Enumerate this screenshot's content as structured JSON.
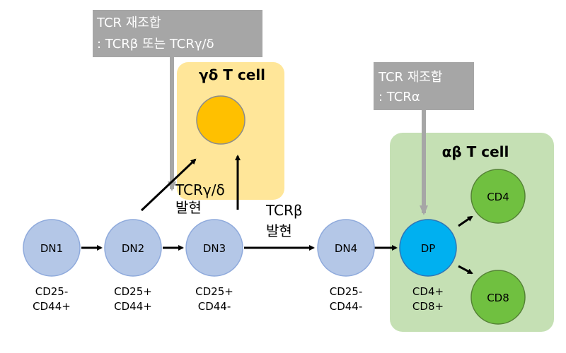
{
  "callouts": {
    "recomb1": {
      "line1": "TCR 재조합",
      "line2": ": TCRβ 또는 TCRγ/δ"
    },
    "recomb2": {
      "line1": "TCR 재조합",
      "line2": ": TCRα"
    }
  },
  "groups": {
    "gd": {
      "title": "γδ T cell"
    },
    "ab": {
      "title": "αβ T cell"
    }
  },
  "nodes": {
    "dn1": {
      "label": "DN1",
      "markers": [
        "CD25-",
        "CD44+"
      ]
    },
    "dn2": {
      "label": "DN2",
      "markers": [
        "CD25+",
        "CD44+"
      ]
    },
    "dn3": {
      "label": "DN3",
      "markers": [
        "CD25+",
        "CD44-"
      ]
    },
    "dn4": {
      "label": "DN4",
      "markers": [
        "CD25-",
        "CD44-"
      ]
    },
    "dp": {
      "label": "DP",
      "markers": [
        "CD4+",
        "CD8+"
      ]
    },
    "cd4": {
      "label": "CD4"
    },
    "cd8": {
      "label": "CD8"
    }
  },
  "edge_labels": {
    "gd_expr": {
      "line1": "TCRγ/δ",
      "line2": "발현"
    },
    "b_expr": {
      "line1": "TCRβ",
      "line2": "발현"
    }
  },
  "colors": {
    "dn": "#b4c7e7",
    "dn_stroke": "#8faadc",
    "dp": "#00b0f0",
    "mature": "#70c040",
    "gd_cell": "#ffc000",
    "gd_box": "#ffe699",
    "ab_box": "#c5e0b4",
    "callout": "#a6a6a6"
  }
}
